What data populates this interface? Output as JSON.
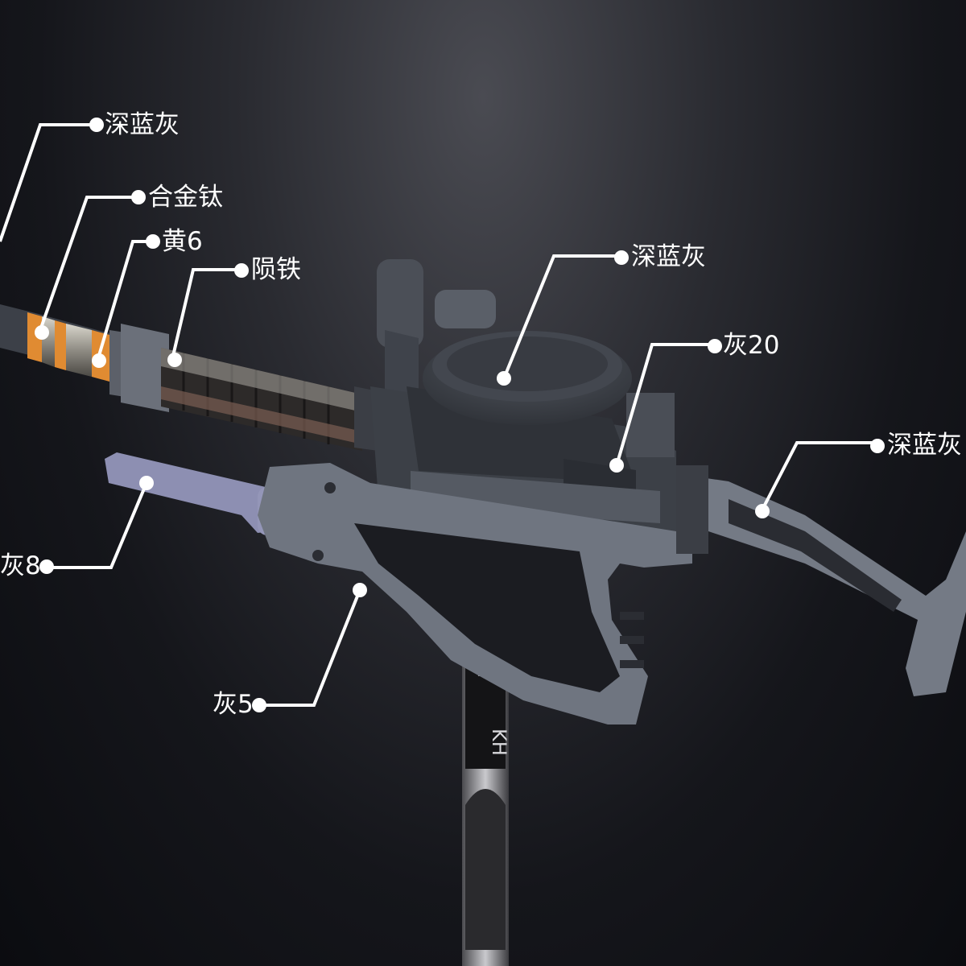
{
  "colors": {
    "background": "#14151a",
    "dark_slate_gray": "#3f434b",
    "mid_gray": "#6f7580",
    "light_gray": "#8a909b",
    "lavender_gray": "#8d8fb2",
    "orange_yellow": "#e08b32",
    "alloy_titanium": "#b7b4a8",
    "meteor_iron": "#5a4e47",
    "label_white": "#ffffff"
  },
  "callouts": [
    {
      "id": "barrel-tip",
      "label": "深蓝灰"
    },
    {
      "id": "barrel-ring-metal",
      "label": "合金钛"
    },
    {
      "id": "barrel-ring-orange",
      "label": "黄6"
    },
    {
      "id": "barrel-shroud",
      "label": "陨铁"
    },
    {
      "id": "drum-magazine",
      "label": "深蓝灰"
    },
    {
      "id": "receiver",
      "label": "灰20"
    },
    {
      "id": "stock",
      "label": "深蓝灰"
    },
    {
      "id": "foregrip",
      "label": "灰8"
    },
    {
      "id": "frame",
      "label": "灰5"
    }
  ],
  "clip_mark": "KH"
}
